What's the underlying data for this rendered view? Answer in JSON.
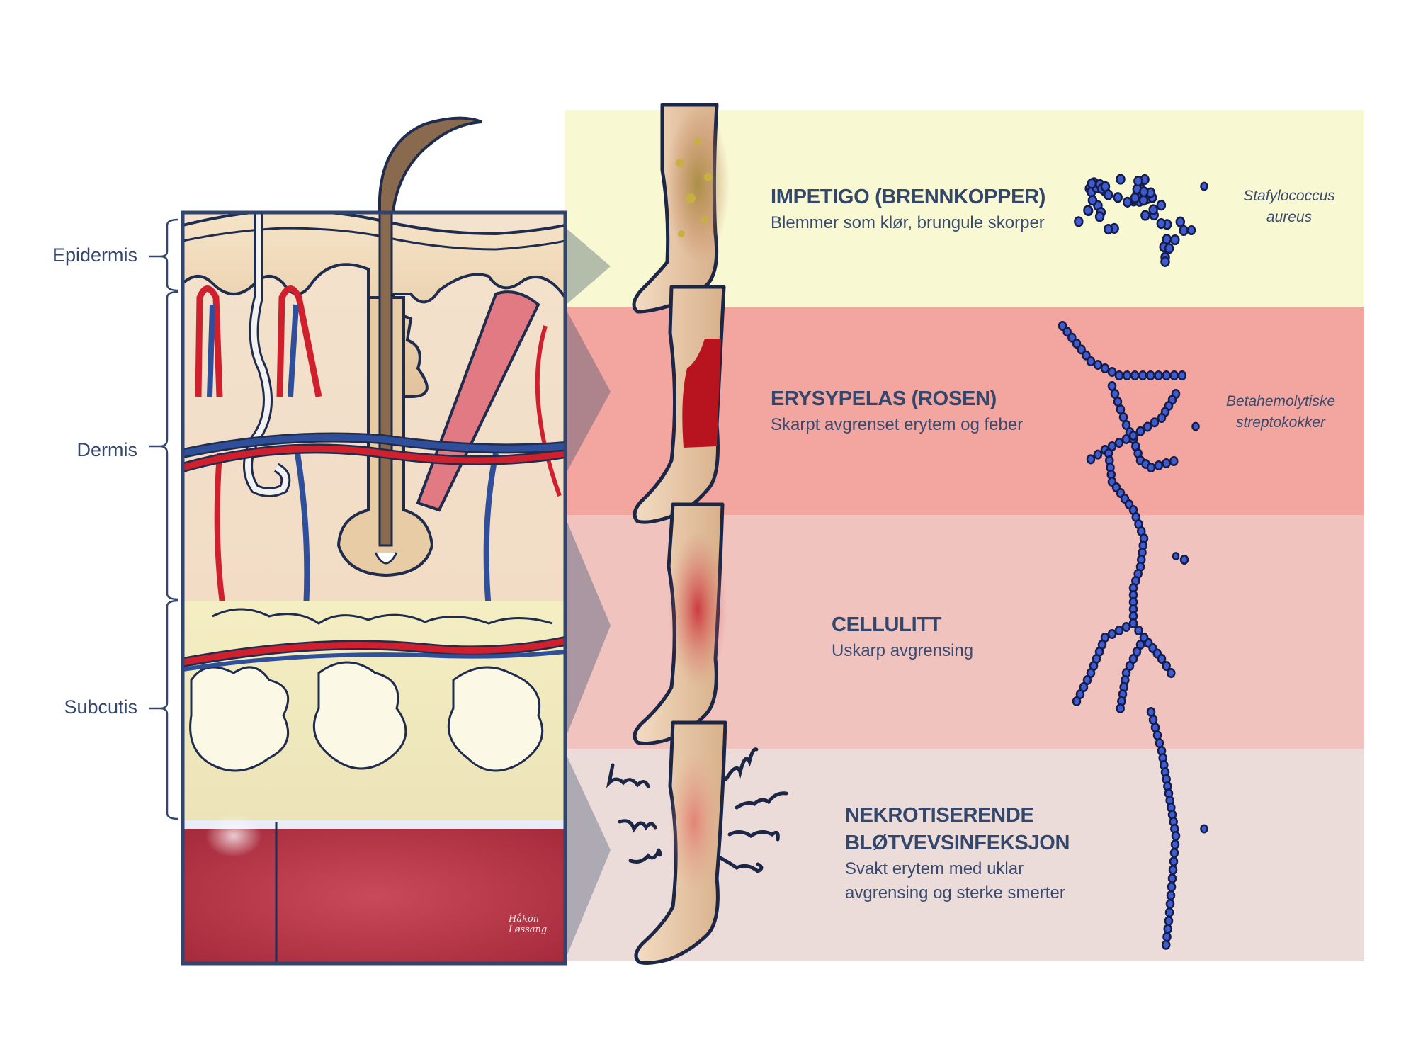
{
  "skin_layers": [
    {
      "label": "Epidermis"
    },
    {
      "label": "Dermis"
    },
    {
      "label": "Subcutis"
    }
  ],
  "infections": [
    {
      "title": "IMPETIGO (BRENNKOPPER)",
      "description": "Blemmer som klør, brungule skorper",
      "band_color": "#f8f8d2",
      "arrow_color": "#b3bda9"
    },
    {
      "title": "ERYSYPELAS (ROSEN)",
      "description": "Skarpt avgrenset erytem og feber",
      "band_color": "#f3a59f",
      "arrow_color": "#ad848c"
    },
    {
      "title": "CELLULITT",
      "description": "Uskarp avgrensing",
      "band_color": "#f0c3bf",
      "arrow_color": "#aa97a1"
    },
    {
      "title_line1": "NEKROTISERENDE",
      "title_line2": "BLØTVEVSINFEKSJON",
      "description_line1": "Svakt erytem med uklar",
      "description_line2": "avgrensing og sterke smerter",
      "band_color": "#ecdcd9",
      "arrow_color": "#aeaab4"
    }
  ],
  "bacteria": [
    {
      "name_line1": "Stafylococcus",
      "name_line2": "aureus"
    },
    {
      "name_line1": "Betahemolytiske",
      "name_line2": "streptokokker"
    }
  ],
  "signature": "Håkon Løssang",
  "colors": {
    "text_navy": "#33466b",
    "frame_navy": "#2f4570",
    "bacteria_blue": "#3f5bd0",
    "artery_red": "#d0202e",
    "vein_blue": "#2f4f9a",
    "muscle_red": "#a92a3a"
  }
}
